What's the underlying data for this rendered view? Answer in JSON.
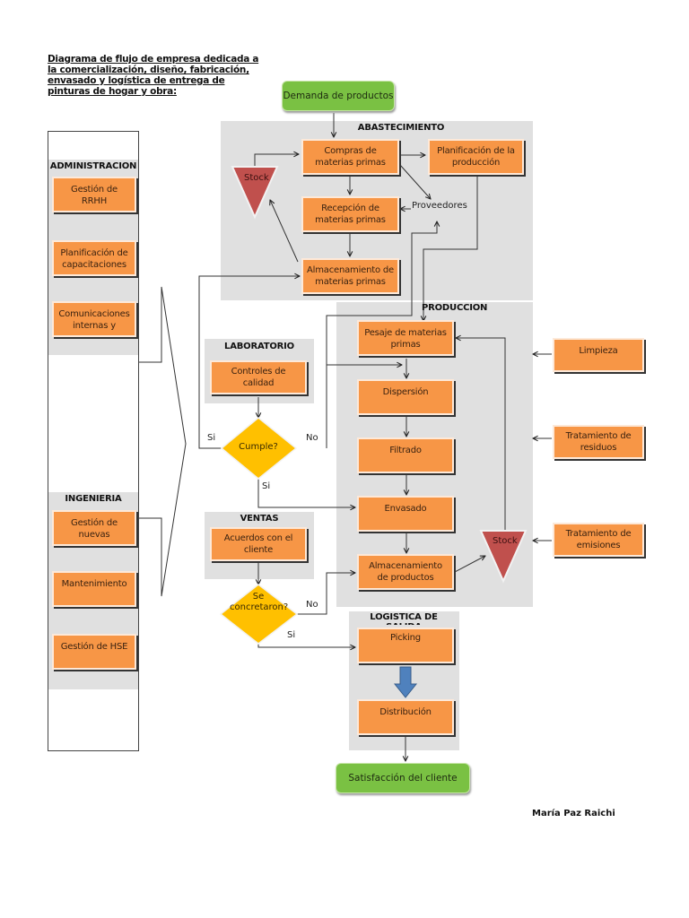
{
  "title": "Diagrama de flujo de empresa dedicada a la comercialización, diseño, fabricación, envasado y logística de entrega de pinturas de hogar y obra:",
  "start": "Demanda de productos",
  "end": "Satisfacción del cliente",
  "author": "María Paz Raichi",
  "colors": {
    "process": "#f79646",
    "terminal": "#7ac143",
    "decision": "#ffc000",
    "stock": "#c0504d",
    "panel": "#e0e0e0",
    "flow_arrow": "#4f81bd"
  },
  "administracion": {
    "label": "ADMINISTRACION",
    "items": [
      "Gestión de RRHH",
      "Planificación de capacitaciones",
      "Comunicaciones internas y"
    ]
  },
  "ingenieria": {
    "label": "INGENIERIA",
    "items": [
      "Gestión de nuevas",
      "Mantenimiento",
      "Gestión de HSE"
    ]
  },
  "abastecimiento": {
    "label": "ABASTECIMIENTO",
    "compras": "Compras de materias primas",
    "planificacion": "Planificación de la producción",
    "recepcion": "Recepción de materias primas",
    "almacenamiento": "Almacenamiento de materias primas",
    "proveedores": "Proveedores",
    "stock": "Stock"
  },
  "laboratorio": {
    "label": "LABORATORIO",
    "controles": "Controles de calidad",
    "decision": "Cumple?",
    "yes": "Si",
    "no": "No",
    "yes_down": "Si"
  },
  "produccion": {
    "label": "PRODUCCION",
    "steps": [
      "Pesaje de materias primas",
      "Dispersión",
      "Filtrado",
      "Envasado",
      "Almacenamiento de productos"
    ],
    "stock": "Stock"
  },
  "soporte": [
    "Limpieza",
    "Tratamiento de residuos",
    "Tratamiento de emisiones"
  ],
  "ventas": {
    "label": "VENTAS",
    "acuerdos": "Acuerdos con el cliente",
    "decision": "Se concretaron?",
    "no": "No",
    "yes": "Si"
  },
  "logistica": {
    "label": "LOGISTICA DE SALIDA",
    "picking": "Picking",
    "distribucion": "Distribución"
  }
}
